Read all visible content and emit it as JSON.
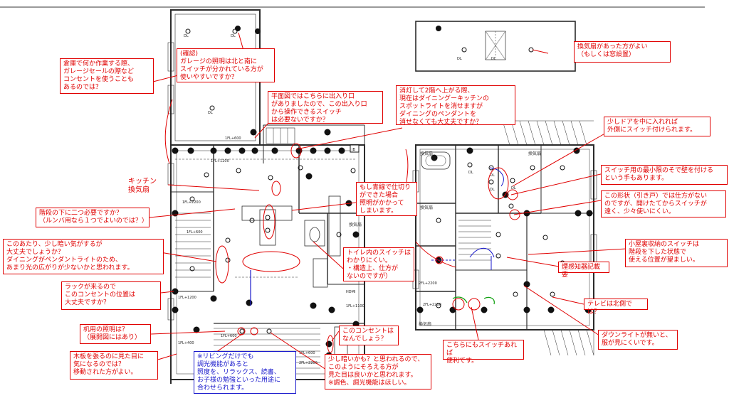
{
  "colors": {
    "annotation": "#e00000",
    "blue_note": "#1a1acc",
    "wall": "#2b2b2b",
    "fixture": "#111111"
  },
  "plan_labels": {
    "ventilation_fan_1": "換気扇",
    "ventilation_fan_2": "換気扇",
    "ventilation_fan_3": "換気扇",
    "ventilation_fan_4": "換気扇",
    "ventilation_fan_5": "換気扇",
    "jb": "JB",
    "dl": "DL"
  },
  "notes": {
    "garage_work": "倉庫で何か作業する際、\nガレージセールの際など\nコンセントを使うことも\nあるのでは？",
    "garage_light": "(確認)\nガレージの照明は北と南に\nスイッチが分かれている方が\n使いやすいですか？",
    "entrance": "平面図ではこちらに出入り口\nがありましたので、この出入り口\nから操作できるスイッチ\nは必要ないですか？",
    "stairs_2f": "消灯して2階へ上がる際、\n現在はダイニングーキッチンの\nスポットライトを消せますが\nダイニングのペンダントを\n消せなくても大丈夫ですか？",
    "vent_top": "換気扇があった方がよい\n（もしくは窓設置）",
    "door_switch": "少しドアを中に入れれば\n外側にスイッチ付けられます。",
    "switch_wall": "スイッチ用の最小限のそで壁を付ける\nという手もあります。",
    "sliding_door": "この形状（引き戸）では仕方がない\nのですが、開けたてからスイッチが\n遠く、少々使いにくい。",
    "kitchen_fan": "キッチン\n換気扇",
    "stair_two": "階段の下に二つ必要ですか？\n（ルンバ用なら１つでよいのでは？）",
    "dining_dark": "このあたり、少し暗い気がするが\n大丈夫でしょうか？\nダイニングがペンダントライトのため、\nあまり光の広がりが少ないかと思われます。",
    "shelf_slip": "もし青線で仕切り\nができた場合\n照明がかかって\nしまいます。",
    "toilet_switch": "トイレ内のスイッチは\nわかりにくい。\n・構造上、仕方が\nないのですが）",
    "attic_switch": "小屋裏収納のスイッチは\n階段を下した状態で\n使える位置が望ましい。",
    "heat_sensor": "煙感知器記載要",
    "rack_outlet": "ラックが来るので\nこのコンセントの位置は\n大丈夫ですか？",
    "tv_north": "テレビは北側では？",
    "desk_light": "机用の照明は？\n（展開図にはあり）",
    "this_outlet": "このコンセントは\nなんでしょう？",
    "here_switch": "こちらにもスイッチあれば\n便利です。",
    "downlight": "ダウンライトが無いと、\n服が見にくいです。",
    "wood_panel": "木板を張るのに見た目に\n気になるのでは？\n移動された方がよい。",
    "living_dimmer": "※リビングだけでも\n調光機能があると\n照度を、リラックス、読書、\nお子様の勉強といった用途に\n合わせられます。",
    "dim_note": "少し暗いかも？と思われるので、\nこのようにそろえる方が\n見た目は良いかと思われます。\n※調色、調光機能はほしい。"
  }
}
